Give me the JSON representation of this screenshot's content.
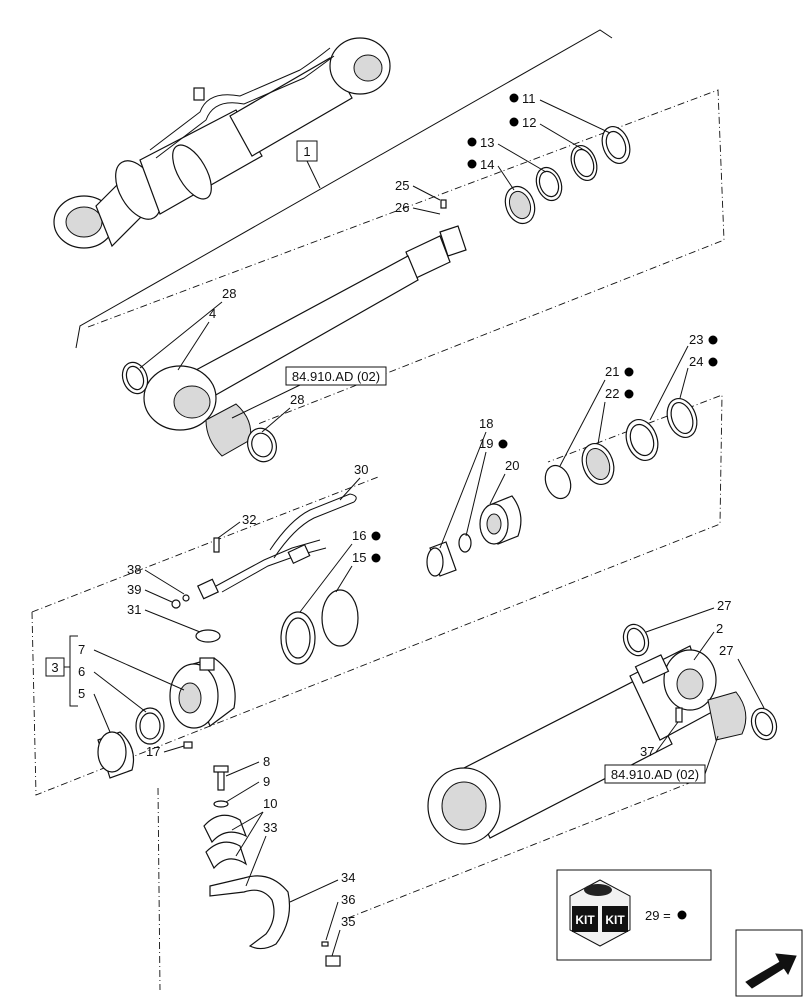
{
  "callouts": {
    "c1": "1",
    "c2": "2",
    "c3": "3",
    "c4": "4",
    "c5": "5",
    "c6": "6",
    "c7": "7",
    "c8": "8",
    "c9": "9",
    "c10": "10",
    "c11": "11",
    "c12": "12",
    "c13": "13",
    "c14": "14",
    "c15": "15",
    "c16": "16",
    "c17": "17",
    "c18": "18",
    "c19": "19",
    "c20": "20",
    "c21": "21",
    "c22": "22",
    "c23": "23",
    "c24": "24",
    "c25": "25",
    "c26": "26",
    "c27a": "27",
    "c27b": "27",
    "c28a": "28",
    "c28b": "28",
    "c30": "30",
    "c31": "31",
    "c32": "32",
    "c33": "33",
    "c34": "34",
    "c35": "35",
    "c36": "36",
    "c37": "37",
    "c38": "38",
    "c39": "39"
  },
  "references": {
    "ref_top": "84.910.AD (02)",
    "ref_bottom": "84.910.AD (02)"
  },
  "kit": {
    "kit_word_left": "KIT",
    "kit_word_right": "KIT",
    "legend_text": "29 ="
  },
  "icons": [
    "kit-box-icon",
    "navigation-arrow-icon",
    "kit-bullet-icon"
  ]
}
